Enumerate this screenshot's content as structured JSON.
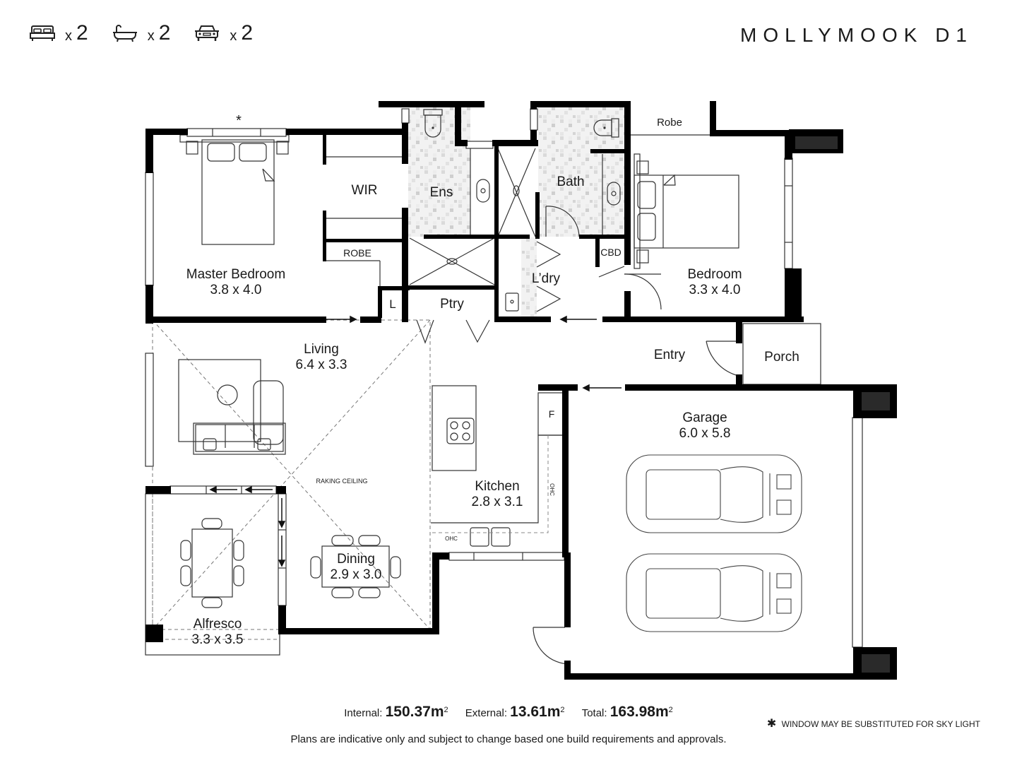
{
  "header": {
    "title": "MOLLYMOOK D1",
    "features": [
      {
        "icon": "bed-icon",
        "multiplier": "x",
        "count": "2"
      },
      {
        "icon": "bathtub-icon",
        "multiplier": "x",
        "count": "2"
      },
      {
        "icon": "car-icon",
        "multiplier": "x",
        "count": "2"
      }
    ]
  },
  "rooms": {
    "master_bedroom": {
      "name": "Master Bedroom",
      "size": "3.8 x 4.0"
    },
    "wir": {
      "name": "WIR"
    },
    "robe_master": {
      "name": "ROBE"
    },
    "linen": {
      "name": "L"
    },
    "ensuite": {
      "name": "Ens"
    },
    "bath": {
      "name": "Bath"
    },
    "laundry": {
      "name": "L’dry"
    },
    "cbd": {
      "name": "CBD"
    },
    "robe_bedroom": {
      "name": "Robe"
    },
    "bedroom": {
      "name": "Bedroom",
      "size": "3.3 x 4.0"
    },
    "pantry": {
      "name": "Ptry"
    },
    "living": {
      "name": "Living",
      "size": "6.4 x 3.3"
    },
    "raking_ceiling": {
      "name": "RAKING CEILING"
    },
    "entry": {
      "name": "Entry"
    },
    "porch": {
      "name": "Porch"
    },
    "kitchen": {
      "name": "Kitchen",
      "size": "2.8 x 3.1"
    },
    "fridge": {
      "name": "F"
    },
    "ohc_side": {
      "name": "OHC"
    },
    "ohc_bottom": {
      "name": "OHC"
    },
    "dining": {
      "name": "Dining",
      "size": "2.9 x 3.0"
    },
    "alfresco": {
      "name": "Alfresco",
      "size": "3.3 x 3.5"
    },
    "garage": {
      "name": "Garage",
      "size": "6.0 x 5.8"
    },
    "skylight_marker": {
      "name": "*"
    }
  },
  "areas": [
    {
      "label": "Internal:",
      "value": "150.37m",
      "unit_sup": "2"
    },
    {
      "label": "External:",
      "value": "13.61m",
      "unit_sup": "2"
    },
    {
      "label": "Total:",
      "value": "163.98m",
      "unit_sup": "2"
    }
  ],
  "note": {
    "symbol": "✱",
    "text": "WINDOW MAY BE SUBSTITUTED FOR SKY LIGHT"
  },
  "disclaimer": "Plans are indicative only and subject to change based one build requirements and approvals.",
  "colors": {
    "wall": "#000000",
    "tile": "#d9d9d9",
    "line": "#555555",
    "corner_fill": "#2a2a2a"
  }
}
